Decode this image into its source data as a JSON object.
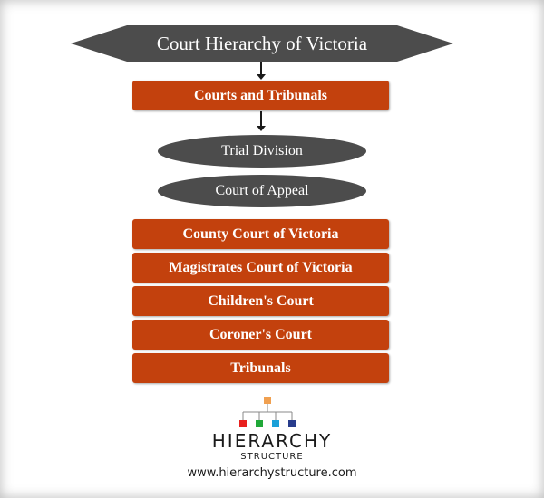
{
  "diagram": {
    "title": "Court Hierarchy of Victoria",
    "level1": "Courts and Tribunals",
    "divisions": [
      "Trial Division",
      "Court of Appeal"
    ],
    "courts": [
      "County Court of Victoria",
      "Magistrates Court of Victoria",
      "Children's Court",
      "Coroner's Court",
      "Tribunals"
    ]
  },
  "branding": {
    "logo_title": "HIERARCHY",
    "logo_subtitle": "STRUCTURE",
    "website": "www.hierarchystructure.com"
  },
  "colors": {
    "header_fill": "#4c4c4c",
    "box_fill": "#c3410d",
    "ellipse_fill": "#4c4c4c",
    "logo_squares": [
      "#e8201e",
      "#20a838",
      "#1aa0d8",
      "#283c8c"
    ],
    "logo_top_square": "#f0a050"
  }
}
